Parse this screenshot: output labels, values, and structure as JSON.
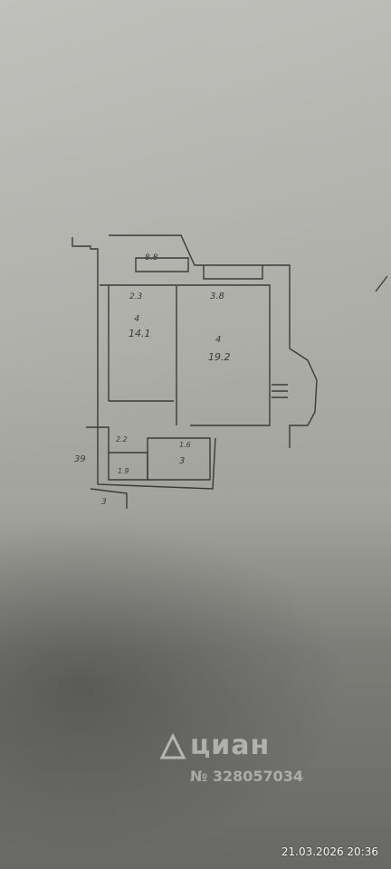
{
  "plan_labels": {
    "room1_number": "4",
    "room1_area": "14.1",
    "room2_number": "4",
    "room2_area": "19.2",
    "top_dim": "3.8",
    "left_top_dim": "2.3",
    "balcony_dim": "8.8",
    "bath_area": "3",
    "wc_dim": "1.6",
    "hall_dim": "2.2",
    "corridor_dim": "1.9",
    "left_note": "39",
    "bottom_note": "3"
  },
  "watermark": {
    "brand": "циан",
    "id": "№ 328057034"
  },
  "photo_timestamp": "21.03.2026 20:36"
}
